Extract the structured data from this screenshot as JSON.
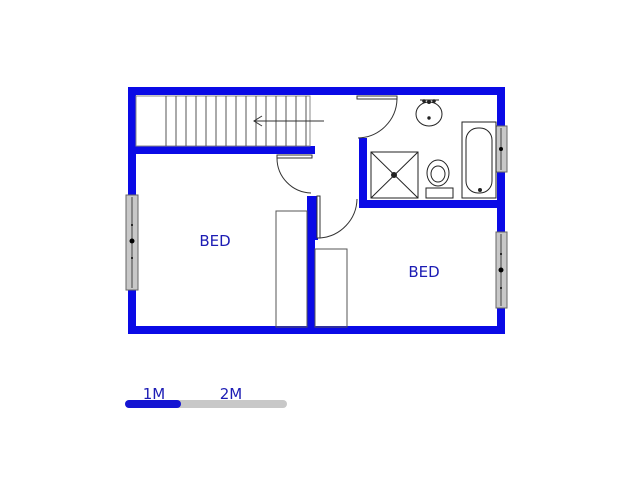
{
  "floorplan": {
    "rooms": [
      {
        "id": "bed-left",
        "label": "BED"
      },
      {
        "id": "bed-right",
        "label": "BED"
      }
    ],
    "fixtures": [
      "staircase",
      "shower",
      "bathtub",
      "toilet",
      "basin"
    ],
    "colors": {
      "wall": "#0a0ae6",
      "fixture": "#222222",
      "label": "#1c1cb4",
      "window": "#c8c8c8"
    }
  },
  "scale_bar": {
    "labels": [
      "1M",
      "2M"
    ],
    "colors": {
      "filled": "#1414d2",
      "empty": "#c8c8c8"
    }
  }
}
